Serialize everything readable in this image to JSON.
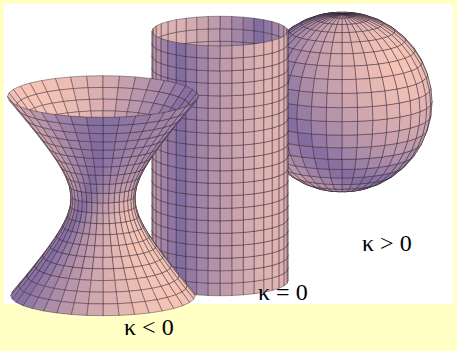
{
  "diagram": {
    "labels": [
      "κ < 0",
      "κ = 0",
      "κ > 0"
    ]
  }
}
